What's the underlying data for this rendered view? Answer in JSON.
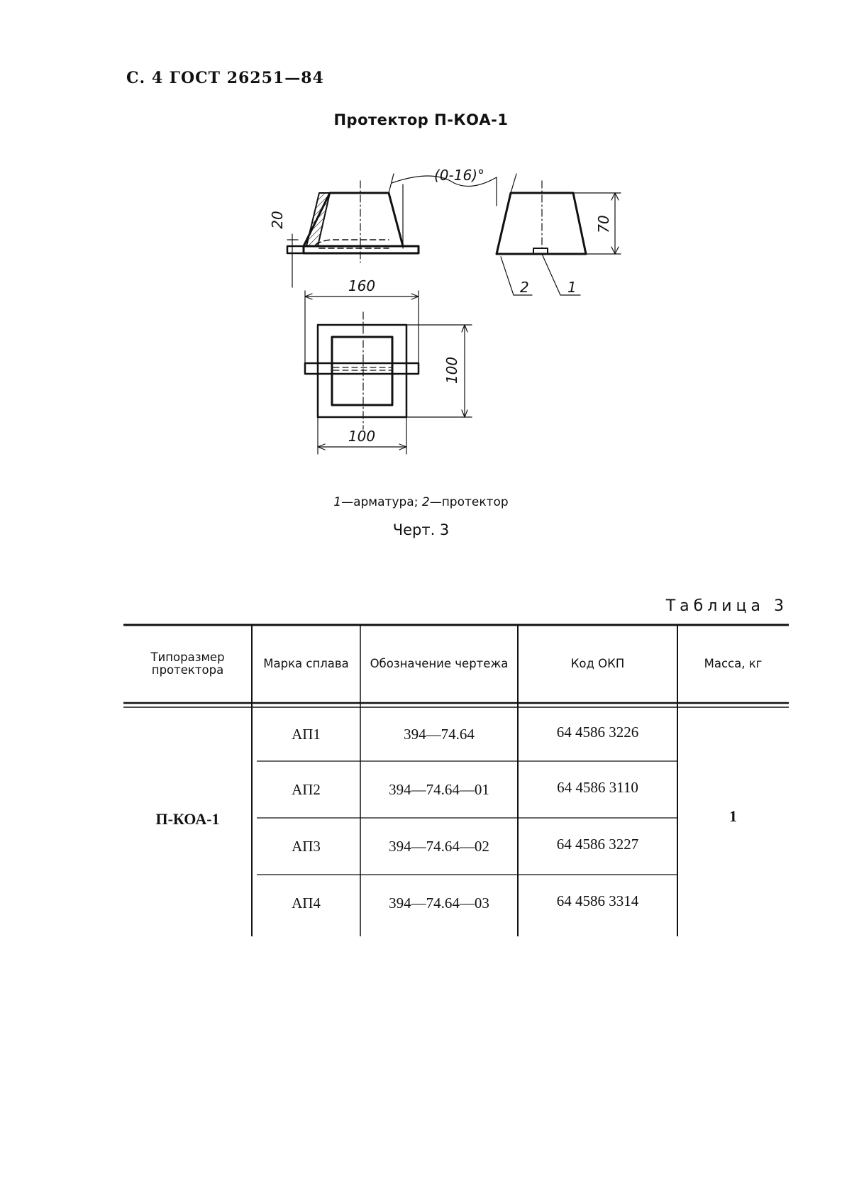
{
  "page": {
    "header": "С. 4 ГОСТ 26251—84"
  },
  "drawing": {
    "title": "Протектор П-КОА-1",
    "dimensions": {
      "angle": "(0-16)°",
      "height_small": "20",
      "height_total": "70",
      "length": "160",
      "width_side": "100",
      "width_bottom": "100"
    },
    "callouts": {
      "protector": "2",
      "armature": "1"
    },
    "legend": {
      "n1": "1",
      "t1": "—арматура; ",
      "n2": "2",
      "t2": "—протектор"
    },
    "caption": "Черт. 3"
  },
  "table": {
    "caption": "Таблица 3",
    "headers": {
      "size": "Типоразмер протектора",
      "alloy": "Марка сплава",
      "designation": "Обозначение чертежа",
      "okp": "Код ОКП",
      "mass": "Масса, кг"
    },
    "type_size": "П-КОА-1",
    "mass": "1",
    "rows": [
      {
        "alloy": "АП1",
        "designation": "394—74.64",
        "okp": "64 4586 3226"
      },
      {
        "alloy": "АП2",
        "designation": "394—74.64—01",
        "okp": "64 4586 3110"
      },
      {
        "alloy": "АП3",
        "designation": "394—74.64—02",
        "okp": "64 4586 3227"
      },
      {
        "alloy": "АП4",
        "designation": "394—74.64—03",
        "okp": "64 4586 3314"
      }
    ]
  }
}
